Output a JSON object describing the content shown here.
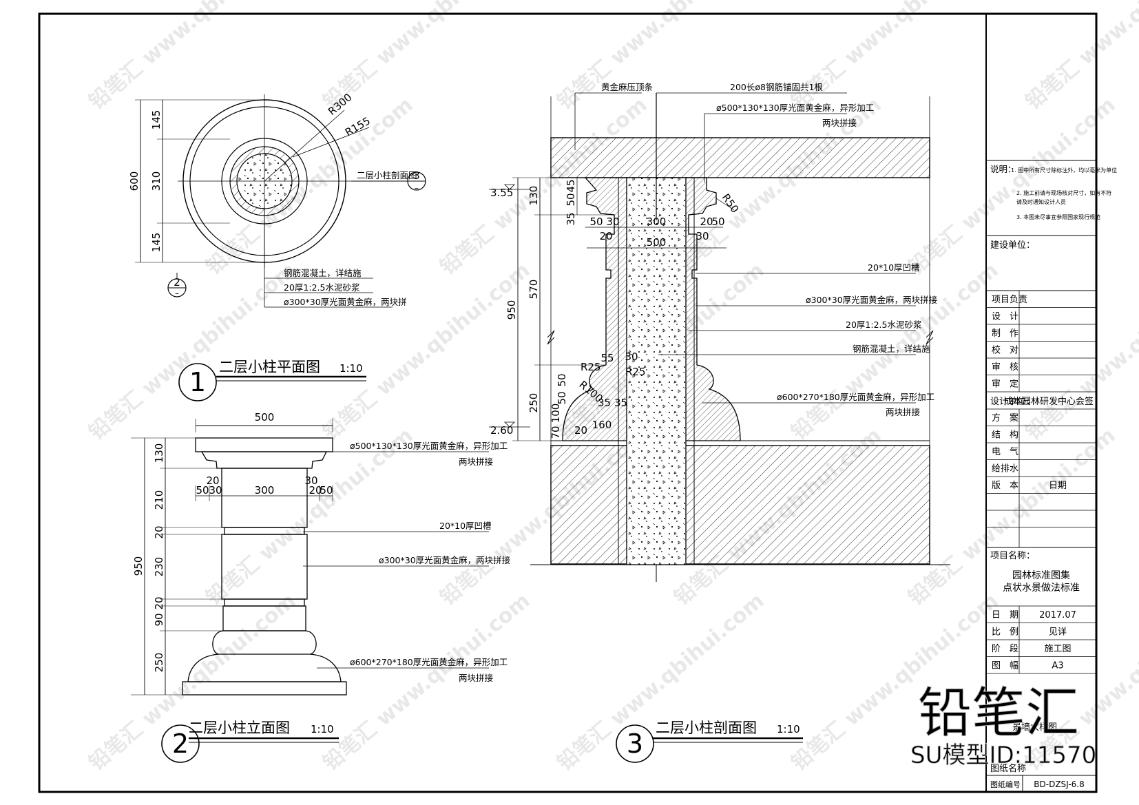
{
  "views": {
    "plan": {
      "number": "1",
      "title": "二层小柱平面图",
      "scale": "1:10",
      "dims_left": [
        "145",
        "310",
        "145"
      ],
      "dim_total": "600",
      "radius_outer": "R300",
      "radius_inner": "R155",
      "section_callout": "二层小柱剖面图",
      "section_no": "3",
      "elev_callout_no": "2",
      "notes": [
        "钢筋混凝土，详结施",
        "20厚1:2.5水泥砂浆",
        "ø300*30厚光面黄金麻，两块拼"
      ]
    },
    "elevation": {
      "number": "2",
      "title": "二层小柱立面图",
      "scale": "1:10",
      "width_top": "500",
      "row_dims": [
        "20",
        "50",
        "30",
        "300",
        "30",
        "20",
        "50"
      ],
      "dims_left": [
        "130",
        "210",
        "20",
        "230",
        "20",
        "90",
        "250"
      ],
      "dim_total": "950",
      "notes": [
        "ø500*130*130厚光面黄金麻，异形加工",
        "两块拼接",
        "20*10厚凹槽",
        "ø300*30厚光面黄金麻，两块拼接",
        "ø600*270*180厚光面黄金麻，异形加工",
        "两块拼接"
      ]
    },
    "section": {
      "number": "3",
      "title": "二层小柱剖面图",
      "scale": "1:10",
      "level_top": "3.55",
      "level_bottom": "2.60",
      "dims_outer": "950",
      "dims_inner": [
        "130",
        "570",
        "250"
      ],
      "cap_dims": [
        "45",
        "50",
        "35"
      ],
      "radius_cap": "R50",
      "row1": [
        "50",
        "30",
        "300",
        "20",
        "50"
      ],
      "row2": [
        "20",
        "30"
      ],
      "width": "500",
      "base_dims": [
        "55",
        "30",
        "R25",
        "R25",
        "50",
        "50",
        "R100",
        "35",
        "35",
        "160",
        "20",
        "70",
        "100"
      ],
      "notes": [
        "黄金麻压顶条",
        "200长ø8钢筋锚固共1根",
        "ø500*130*130厚光面黄金麻，异形加工",
        "两块拼接",
        "20*10厚凹槽",
        "ø300*30厚光面黄金麻，两块拼接",
        "20厚1:2.5水泥砂浆",
        "钢筋混凝土，详结施",
        "ø600*270*180厚光面黄金麻，异形加工",
        "两块拼接"
      ]
    }
  },
  "title_block": {
    "notes_label": "说明：",
    "notes": [
      "1. 图中所有尺寸除标注外，均以毫米为单位",
      "2. 施工前请与现场核对尺寸，如有不符",
      "请及时通知设计人员",
      "3. 本图未尽事宜参照国家现行规范"
    ],
    "client_label": "建设单位：",
    "rows": [
      "项目负责",
      "设　计",
      "制　作",
      "校　对",
      "审　核",
      "审　定"
    ],
    "unit_label": "设计单位：",
    "unit_name": "成本园林研发中心会签",
    "sign_rows": [
      "方　案",
      "结　构",
      "电　气",
      "给排水"
    ],
    "version_label": "版　本",
    "date_label": "日期",
    "project_label": "项目名称：",
    "project_name_1": "园林标准图集",
    "project_name_2": "点状水景做法标准",
    "meta": [
      {
        "k": "日　期",
        "v": "2017.07"
      },
      {
        "k": "比　例",
        "v": "见详"
      },
      {
        "k": "阶　段",
        "v": "施工图"
      },
      {
        "k": "图　幅",
        "v": "A3"
      }
    ],
    "drawing_label": "图纸名称",
    "drawing_name": "景墙大样图",
    "number_label": "图纸编号",
    "number": "BD-DZSJ-6.8"
  },
  "watermark": {
    "brand": "铅笔汇",
    "url": "www.qbihui.com",
    "model_id": "SU模型ID:11570"
  }
}
